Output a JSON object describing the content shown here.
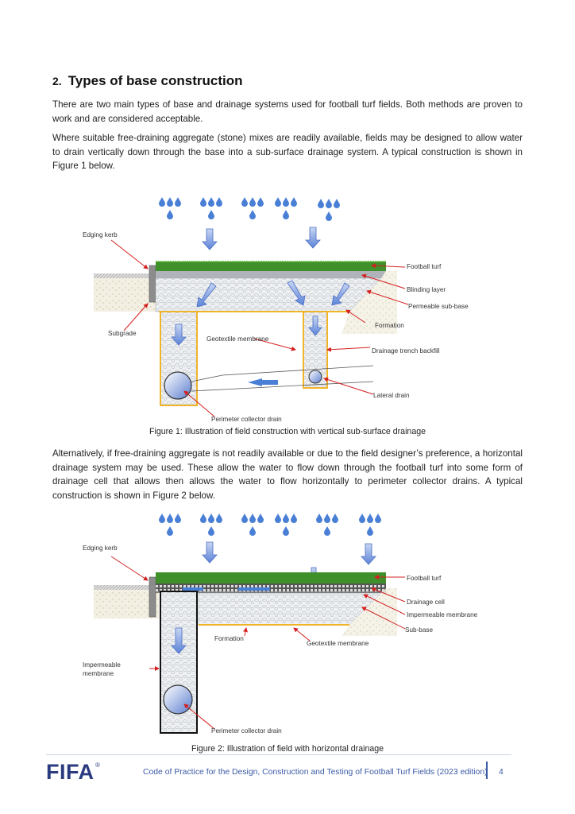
{
  "section": {
    "number": "2.",
    "title": "Types of base construction"
  },
  "paragraphs": [
    "There are two main types of base and drainage systems used for football turf fields. Both methods are proven to work and are considered acceptable.",
    "Where suitable free-draining aggregate (stone) mixes are readily available, fields may be designed to allow water to drain vertically down through the base into a sub-surface drainage system. A typical construction is shown in Figure 1 below.",
    "Alternatively, if free-draining aggregate is not readily available or due to the field designer’s preference, a horizontal drainage system may be used. These allow the water to flow down through the football turf into some form of drainage cell that allows then allows the water to flow horizontally to perimeter collector drains. A typical construction is shown in Figure 2 below."
  ],
  "figure1": {
    "caption": "Figure 1: Illustration of field construction with vertical sub-surface drainage",
    "labels": {
      "edging_kerb": "Edging kerb",
      "football_turf": "Football turf",
      "blinding_layer": "Blinding layer",
      "permeable_sub_base": "Permeable sub-base",
      "formation": "Formation",
      "subgrade": "Subgrade",
      "geotextile_membrane": "Geotextile membrane",
      "drainage_trench_backfill": "Drainage trench backfill",
      "lateral_drain": "Lateral drain",
      "perimeter_collector_drain": "Perimeter collector drain"
    }
  },
  "figure2": {
    "caption": "Figure 2: Illustration of field with horizontal drainage",
    "labels": {
      "edging_kerb": "Edging kerb",
      "football_turf": "Football turf",
      "drainage_cell": "Drainage cell",
      "impermeable_membrane": "Impermeable membrane",
      "sub_base": "Sub-base",
      "formation": "Formation",
      "geotextile_membrane": "Geotextile membrane",
      "impermeable_membrane_left": "Impermeable membrane",
      "perimeter_collector_drain": "Perimeter collector drain"
    }
  },
  "footer": {
    "logo": "FIFA",
    "registered": "®",
    "document_title": "Code of Practice for the Design, Construction and Testing of Football Turf Fields (2023 edition)",
    "page_number": "4"
  },
  "colors": {
    "turf": "#3f8f2a",
    "trench_outline": "#f0b429",
    "water": "#4a7fd6",
    "arrow_red": "#d42020",
    "brand": "#2a3b80"
  }
}
